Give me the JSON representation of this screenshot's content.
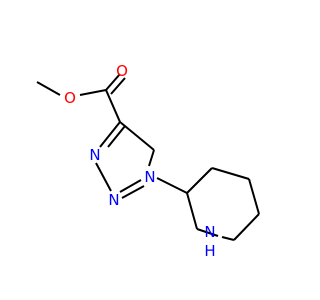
{
  "molecule": {
    "name": "",
    "atom_labels": {
      "ester_oxygen": "O",
      "carbonyl_oxygen": "O",
      "triazole_n3": "N",
      "triazole_n2": "N",
      "triazole_n1": "N",
      "piperidine_n": "N",
      "piperidine_h": "H"
    },
    "colors": {
      "bond": "#000000",
      "oxygen": "#ff0000",
      "nitrogen": "#0000ff",
      "background": "#ffffff"
    }
  }
}
